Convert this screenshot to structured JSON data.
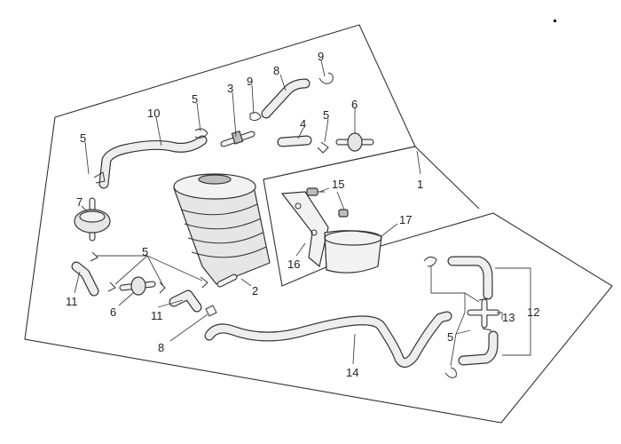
{
  "callouts": {
    "c1": "1",
    "c2": "2",
    "c3": "3",
    "c4": "4",
    "c5a": "5",
    "c5b": "5",
    "c5c": "5",
    "c5d": "5",
    "c5e": "5",
    "c6a": "6",
    "c6b": "6",
    "c7": "7",
    "c8a": "8",
    "c8b": "8",
    "c9a": "9",
    "c9b": "9",
    "c10": "10",
    "c11a": "11",
    "c11b": "11",
    "c12": "12",
    "c13": "13",
    "c14": "14",
    "c15": "15",
    "c16": "16",
    "c17": "17"
  }
}
